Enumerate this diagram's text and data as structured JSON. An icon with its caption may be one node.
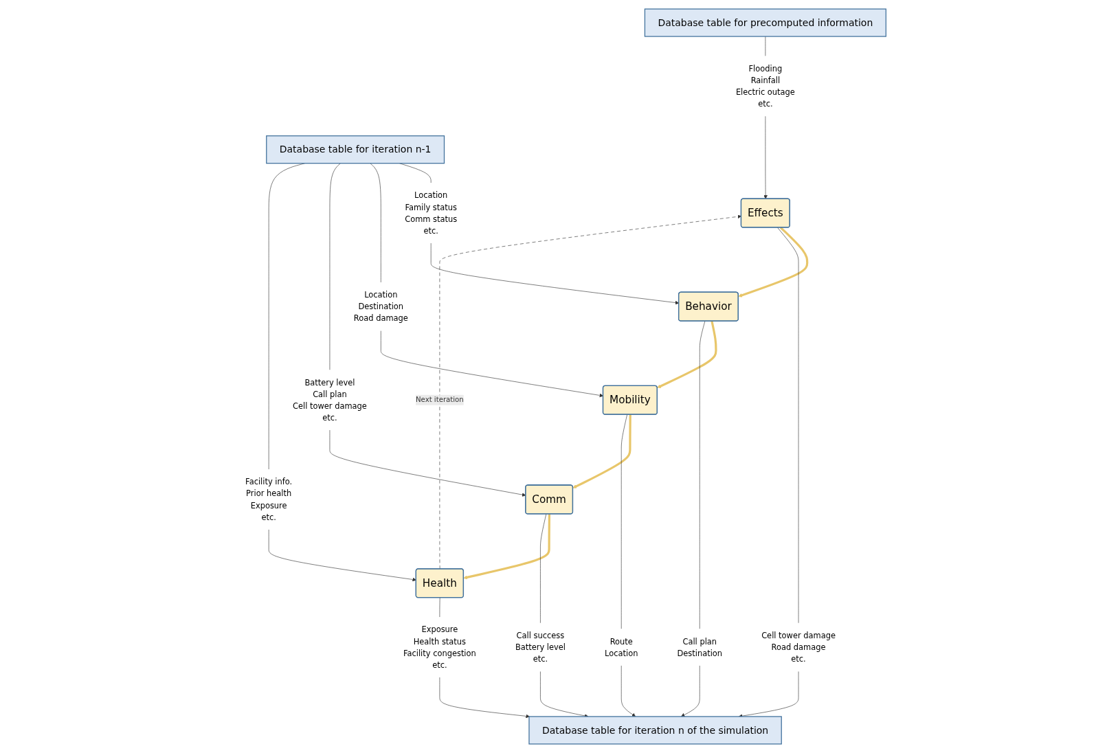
{
  "diagram": {
    "nodes": [
      {
        "text": [
          "Database table for precomputed information"
        ]
      },
      {
        "text": [
          "Database table for iteration n-1"
        ]
      },
      {
        "text": [
          "Flooding",
          "Rainfall",
          "Electric outage",
          "etc."
        ]
      },
      {
        "text": [
          "Location",
          "Family status",
          "Comm status",
          "etc."
        ]
      },
      {
        "text": [
          "Location",
          "Destination",
          "Road damage"
        ]
      },
      {
        "text": [
          "Battery level",
          "Call plan",
          "Cell tower damage",
          "etc."
        ]
      },
      {
        "text": [
          "Facility info.",
          "Prior health",
          "Exposure",
          "etc."
        ]
      },
      {
        "text": [
          "Effects"
        ]
      },
      {
        "text": [
          "Behavior"
        ]
      },
      {
        "text": [
          "Mobility"
        ]
      },
      {
        "text": [
          "Comm"
        ]
      },
      {
        "text": [
          "Health"
        ]
      },
      {
        "text": [
          "Cell tower damage",
          "Road damage",
          "etc."
        ]
      },
      {
        "text": [
          "Call plan",
          "Destination"
        ]
      },
      {
        "text": [
          "Route",
          "Location"
        ]
      },
      {
        "text": [
          "Call success",
          "Battery level",
          "etc."
        ]
      },
      {
        "text": [
          "Exposure",
          "Health status",
          "Facility congestion",
          "etc."
        ]
      },
      {
        "text": [
          "Database table for iteration n of the simulation"
        ]
      }
    ],
    "edges": [
      {
        "from": 0,
        "to": 2,
        "arrow": "none"
      },
      {
        "from": 1,
        "to": 3,
        "arrow": "none"
      },
      {
        "from": 1,
        "to": 4,
        "arrow": "none"
      },
      {
        "from": 1,
        "to": 5,
        "arrow": "none"
      },
      {
        "from": 1,
        "to": 6,
        "arrow": "none"
      },
      {
        "from": 2,
        "to": 7,
        "arrow": "to"
      },
      {
        "from": 3,
        "to": 8,
        "arrow": "to"
      },
      {
        "from": 4,
        "to": 9,
        "arrow": "to"
      },
      {
        "from": 5,
        "to": 10,
        "arrow": "to"
      },
      {
        "from": 6,
        "to": 11,
        "arrow": "to"
      },
      {
        "from": 7,
        "to": 8,
        "arrow": "to",
        "style": "thick",
        "color": "#e8c66a"
      },
      {
        "from": 8,
        "to": 9,
        "arrow": "to",
        "style": "thick",
        "color": "#e8c66a"
      },
      {
        "from": 9,
        "to": 10,
        "arrow": "to",
        "style": "thick",
        "color": "#e8c66a"
      },
      {
        "from": 10,
        "to": 11,
        "arrow": "to",
        "style": "thick",
        "color": "#e8c66a"
      },
      {
        "from": 7,
        "to": 12,
        "arrow": "none"
      },
      {
        "from": 8,
        "to": 13,
        "arrow": "none"
      },
      {
        "from": 9,
        "to": 14,
        "arrow": "none"
      },
      {
        "from": 10,
        "to": 15,
        "arrow": "none"
      },
      {
        "from": 11,
        "to": 16,
        "arrow": "none"
      },
      {
        "from": 12,
        "to": 17,
        "arrow": "to"
      },
      {
        "from": 13,
        "to": 17,
        "arrow": "to"
      },
      {
        "from": 14,
        "to": 17,
        "arrow": "to"
      },
      {
        "from": 15,
        "to": 17,
        "arrow": "to"
      },
      {
        "from": 16,
        "to": 17,
        "arrow": "to"
      },
      {
        "from": 11,
        "to": 7,
        "arrow": "to",
        "style": "dashed",
        "label": "Next iteration"
      }
    ]
  }
}
